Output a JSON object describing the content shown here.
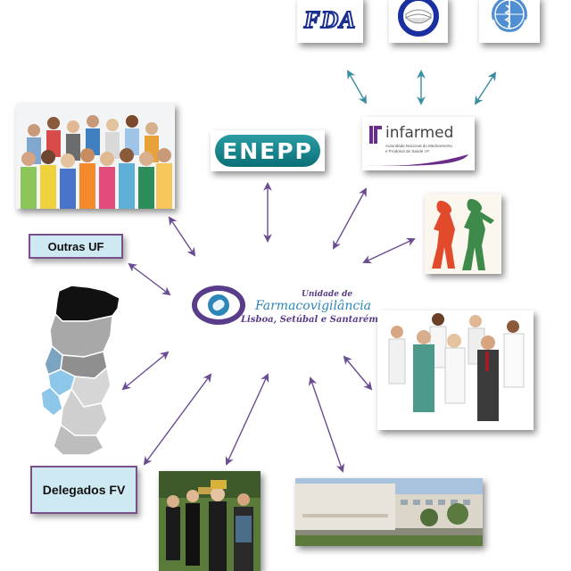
{
  "center": {
    "line1": "Unidade de",
    "line2": "Farmacovigilância",
    "line3": "Lisboa, Setúbal e Santarém"
  },
  "logos": {
    "fda": "FDA",
    "enepp": "ENEPP",
    "infarmed": "infarmed",
    "infarmed_sub1": "Autoridade Nacional do Medicamento",
    "infarmed_sub2": "e Produtos de Saúde I.P."
  },
  "labels": {
    "outras_uf": "Outras UF",
    "delegados_fv": "Delegados FV"
  },
  "colors": {
    "arrow_blue": "#3a8fa0",
    "arrow_purple": "#6a4c93",
    "label_fill": "#cfe9f3",
    "label_border": "#7a4f8a",
    "fda_blue": "#1b2f8f",
    "infarmed_purple": "#6b2d8a",
    "enepp_teal": "#0f7f86"
  }
}
